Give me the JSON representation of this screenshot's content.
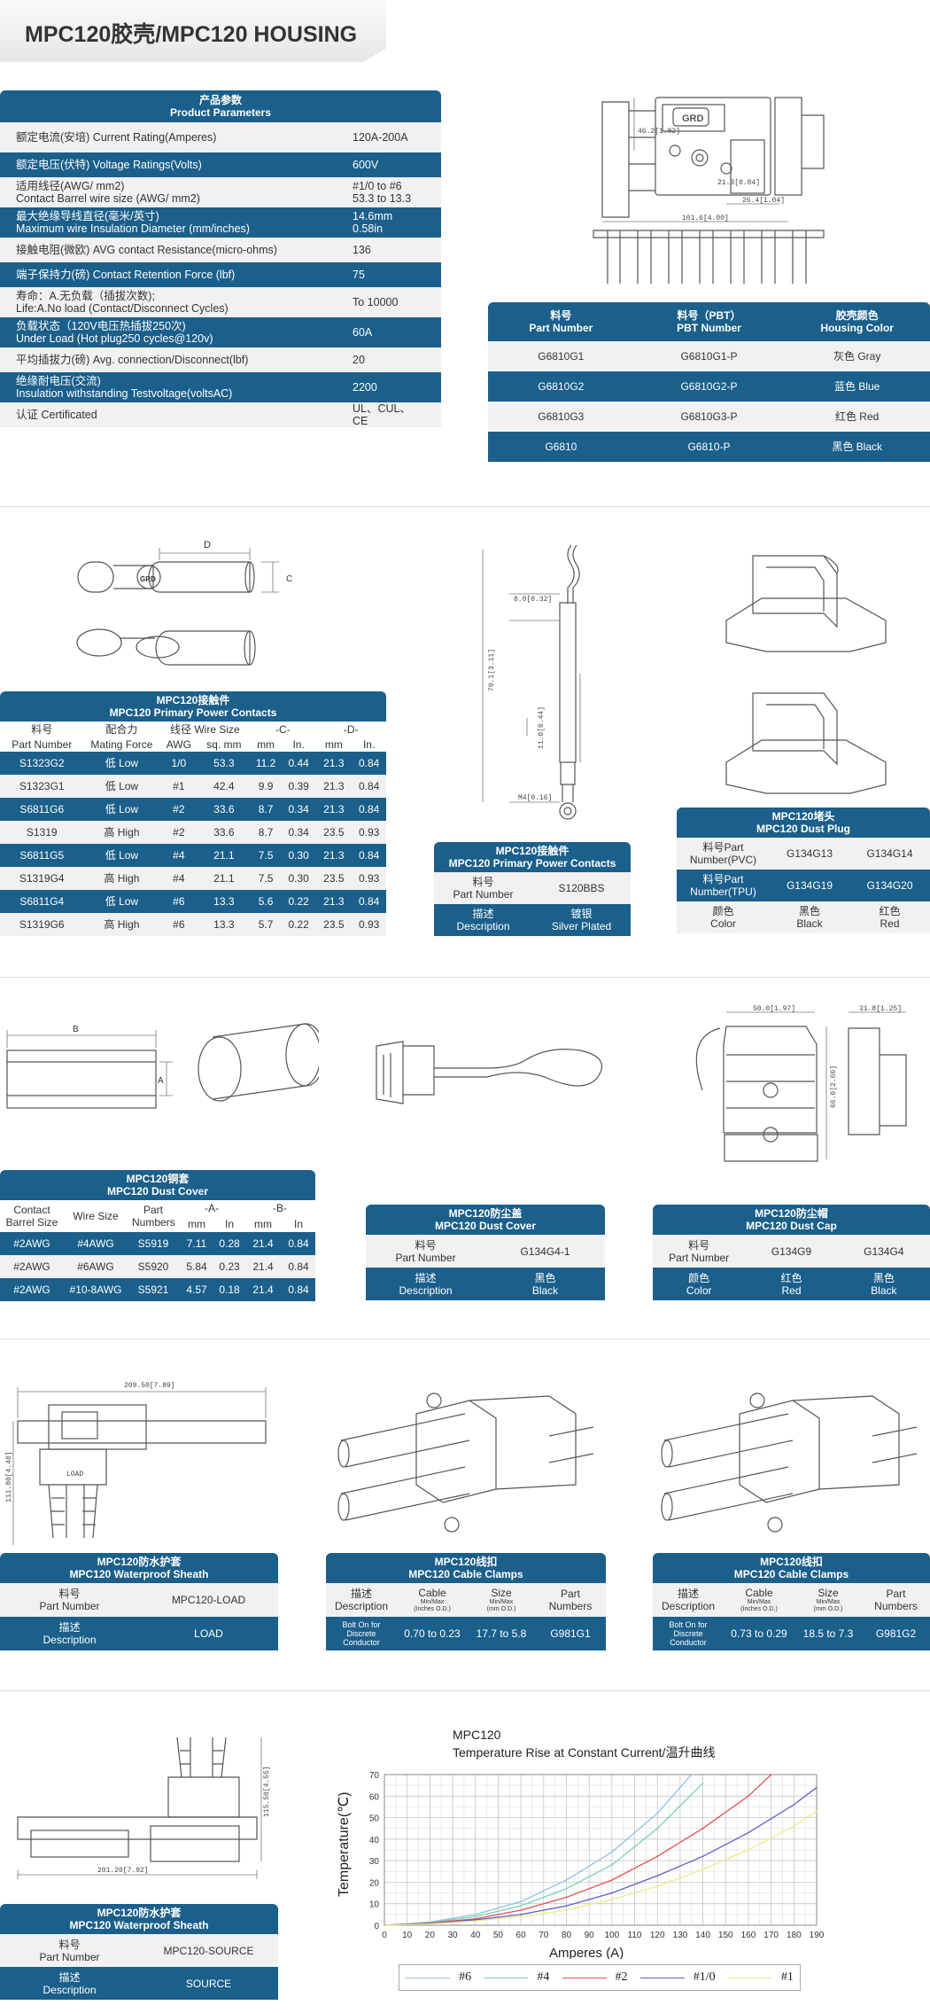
{
  "header": {
    "title": "MPC120胶壳/MPC120 HOUSING"
  },
  "params": {
    "title_cn": "产品参数",
    "title_en": "Product Parameters",
    "rows": [
      {
        "label": "额定电流(安培) Current Rating(Amperes)",
        "value": "120A-200A"
      },
      {
        "label": "额定电压(伏特) Voltage Ratings(Volts)",
        "value": "600V"
      },
      {
        "label": "适用线径(AWG/ mm2)\nContact Barrel wire size (AWG/ mm2)",
        "value": "#1/0 to #6\n53.3 to 13.3"
      },
      {
        "label": "最大绝缘导线直径(毫米/英寸)\nMaximum wire Insulation Diameter (mm/inches)",
        "value": "14.6mm\n0.58in"
      },
      {
        "label": "接触电阻(微欧) AVG contact Resistance(micro-ohms)",
        "value": "136"
      },
      {
        "label": "端子保持力(磅) Contact Retention Force (lbf)",
        "value": "75"
      },
      {
        "label": "寿命：A.无负载（插拔次数);\nLife:A.No load (Contact/Disconnect Cycles)",
        "value": "To 10000"
      },
      {
        "label": "负载状态（120V电压热插拔250次)\nUnder Load (Hot plug250 cycles@120v)",
        "value": "60A"
      },
      {
        "label": "平均插拔力(磅) Avg. connection/Disconnect(lbf)",
        "value": "20"
      },
      {
        "label": "绝缘耐电压(交流)\nInsulation withstanding Testvoltage(voltsAC)",
        "value": "2200"
      },
      {
        "label": "认证 Certificated",
        "value": "UL、CUL、CE"
      }
    ]
  },
  "housing": {
    "headers": [
      "料号\nPart Number",
      "料号（PBT）\nPBT Number",
      "胶壳颜色\nHousing Color"
    ],
    "rows": [
      [
        "G6810G1",
        "G6810G1-P",
        "灰色 Gray"
      ],
      [
        "G6810G2",
        "G6810G2-P",
        "蓝色 Blue"
      ],
      [
        "G6810G3",
        "G6810G3-P",
        "红色 Red"
      ],
      [
        "G6810",
        "G6810-P",
        "黑色 Black"
      ]
    ]
  },
  "contacts": {
    "title_cn": "MPC120接触件",
    "title_en": "MPC120 Primary Power Contacts",
    "head1": [
      "料号",
      "配合力",
      "线径 Wire Size",
      "-C-",
      "-D-"
    ],
    "head2": [
      "Part Number",
      "Mating Force",
      "AWG",
      "sq. mm",
      "mm",
      "In.",
      "mm",
      "In."
    ],
    "rows": [
      [
        "S1323G2",
        "低 Low",
        "1/0",
        "53.3",
        "11.2",
        "0.44",
        "21.3",
        "0.84"
      ],
      [
        "S1323G1",
        "低 Low",
        "#1",
        "42.4",
        "9.9",
        "0.39",
        "21.3",
        "0.84"
      ],
      [
        "S6811G6",
        "低 Low",
        "#2",
        "33.6",
        "8.7",
        "0.34",
        "21.3",
        "0.84"
      ],
      [
        "S1319",
        "高 High",
        "#2",
        "33.6",
        "8.7",
        "0.34",
        "23.5",
        "0.93"
      ],
      [
        "S6811G5",
        "低 Low",
        "#4",
        "21.1",
        "7.5",
        "0.30",
        "21.3",
        "0.84"
      ],
      [
        "S1319G4",
        "高 High",
        "#4",
        "21.1",
        "7.5",
        "0.30",
        "23.5",
        "0.93"
      ],
      [
        "S6811G4",
        "低 Low",
        "#6",
        "13.3",
        "5.6",
        "0.22",
        "21.3",
        "0.84"
      ],
      [
        "S1319G6",
        "高 High",
        "#6",
        "13.3",
        "5.7",
        "0.22",
        "23.5",
        "0.93"
      ]
    ]
  },
  "contacts2": {
    "title_cn": "MPC120接触件",
    "title_en": "MPC120 Primary Power Contacts",
    "rows": [
      [
        "料号\nPart Number",
        "S120BBS"
      ],
      [
        "描述\nDescription",
        "镀银\nSilver Plated"
      ]
    ]
  },
  "dustplug": {
    "title_cn": "MPC120堵头",
    "title_en": "MPC120 Dust Plug",
    "rows": [
      [
        "料号Part\nNumber(PVC)",
        "G134G13",
        "G134G14"
      ],
      [
        "料号Part\nNumber(TPU)",
        "G134G19",
        "G134G20"
      ],
      [
        "颜色\nColor",
        "黑色\nBlack",
        "红色\nRed"
      ]
    ]
  },
  "sleeve": {
    "title_cn": "MPC120铜套",
    "title_en": "MPC120 Dust Cover",
    "head1": [
      "Contact\nBarrel Size",
      "Wire Size",
      "Part\nNumbers",
      "-A-",
      "-B-"
    ],
    "head2": [
      "mm",
      "In",
      "mm",
      "In"
    ],
    "rows": [
      [
        "#2AWG",
        "#4AWG",
        "S5919",
        "7.11",
        "0.28",
        "21.4",
        "0.84"
      ],
      [
        "#2AWG",
        "#6AWG",
        "S5920",
        "5.84",
        "0.23",
        "21.4",
        "0.84"
      ],
      [
        "#2AWG",
        "#10-8AWG",
        "S5921",
        "4.57",
        "0.18",
        "21.4",
        "0.84"
      ]
    ]
  },
  "dustcover": {
    "title_cn": "MPC120防尘盖",
    "title_en": "MPC120 Dust Cover",
    "rows": [
      [
        "料号\nPart Number",
        "G134G4-1"
      ],
      [
        "描述\nDescription",
        "黑色\nBlack"
      ]
    ]
  },
  "dustcap": {
    "title_cn": "MPC120防尘帽",
    "title_en": "MPC120 Dust Cap",
    "rows": [
      [
        "料号\nPart Number",
        "G134G9",
        "G134G4"
      ],
      [
        "颜色\nColor",
        "红色\nRed",
        "黑色\nBlack"
      ]
    ]
  },
  "sheath_load": {
    "title_cn": "MPC120防水护套",
    "title_en": "MPC120 Waterproof Sheath",
    "rows": [
      [
        "料号\nPart Number",
        "MPC120-LOAD"
      ],
      [
        "描述\nDescription",
        "LOAD"
      ]
    ]
  },
  "clamp1": {
    "title_cn": "MPC120线扣",
    "title_en": "MPC120 Cable Clamps",
    "head": [
      "描述\nDescription",
      "Cable",
      "(Inches O.D.)",
      "Size",
      "(mm O.D.)",
      "Part\nNumbers"
    ],
    "minmax": "Min/Max",
    "row": [
      "Bolt On for\nDiscrete\nConductor",
      "0.70 to 0.23",
      "17.7 to 5.8",
      "G981G1"
    ]
  },
  "clamp2": {
    "title_cn": "MPC120线扣",
    "title_en": "MPC120 Cable Clamps",
    "head": [
      "描述\nDescription",
      "Cable",
      "(Inches O.D.)",
      "Size",
      "(mm O.D.)",
      "Part\nNumbers"
    ],
    "minmax": "Min/Max",
    "row": [
      "Bolt On for\nDiscrete\nConductor",
      "0.73 to 0.29",
      "18.5 to 7.3",
      "G981G2"
    ]
  },
  "sheath_source": {
    "title_cn": "MPC120防水护套",
    "title_en": "MPC120 Waterproof Sheath",
    "rows": [
      [
        "料号\nPart Number",
        "MPC120-SOURCE"
      ],
      [
        "描述\nDescription",
        "SOURCE"
      ]
    ]
  },
  "drawings": {
    "housing_dims": [
      "101.6[4.00]",
      "26.4[1.04]",
      "46.2[1.82]",
      "21.3[0.84]"
    ],
    "contact_dims": [
      "D",
      "C"
    ],
    "contact2_dims": [
      "8.0[0.32]",
      "11.0[0.44]",
      "79.1[3.11]",
      "M4[0.16]"
    ],
    "sleeve_dims": [
      "B",
      "A"
    ],
    "cap_dims": [
      "50.0[1.97]",
      "31.8[1.25]",
      "66.0[2.60]"
    ],
    "load_dims": [
      "209.50[7.89]",
      "111.80[4.40]"
    ],
    "source_dims": [
      "201.20[7.92]",
      "115.50[4.55]"
    ],
    "load_label": "LOAD",
    "logo_text": "GRD"
  },
  "chart_data": {
    "type": "line",
    "title": "MPC120",
    "subtitle": "Temperature Rise at Constant Current/温升曲线",
    "xlabel": "Amperes (A)",
    "ylabel": "Temperature(℃)",
    "xlim": [
      0,
      190
    ],
    "ylim": [
      0,
      70
    ],
    "xticks": [
      0,
      10,
      20,
      30,
      40,
      50,
      60,
      70,
      80,
      90,
      100,
      110,
      120,
      130,
      140,
      150,
      160,
      170,
      180,
      190
    ],
    "yticks": [
      0,
      10,
      20,
      30,
      40,
      50,
      60,
      70
    ],
    "grid": true,
    "legend": "bottom",
    "series": [
      {
        "name": "#6",
        "color": "#8fc0e6",
        "x": [
          0,
          20,
          40,
          60,
          80,
          100,
          120,
          135
        ],
        "values": [
          0,
          1.5,
          5,
          11,
          21,
          34,
          52,
          70
        ]
      },
      {
        "name": "#4",
        "color": "#7ad0b6",
        "x": [
          0,
          20,
          40,
          60,
          80,
          100,
          120,
          140
        ],
        "values": [
          0,
          1.2,
          4,
          9,
          17,
          28,
          45,
          66
        ]
      },
      {
        "name": "#2",
        "color": "#e35050",
        "x": [
          0,
          20,
          40,
          60,
          80,
          100,
          120,
          140,
          160,
          170
        ],
        "values": [
          0,
          1,
          3,
          7,
          13,
          21,
          32,
          45,
          60,
          70
        ]
      },
      {
        "name": "#1/0",
        "color": "#5f5fc8",
        "x": [
          0,
          20,
          40,
          60,
          80,
          100,
          120,
          140,
          160,
          180,
          190
        ],
        "values": [
          0,
          0.8,
          2.5,
          5,
          9,
          15,
          23,
          32,
          43,
          56,
          64
        ]
      },
      {
        "name": "#1",
        "color": "#ecec84",
        "x": [
          0,
          20,
          40,
          60,
          80,
          100,
          120,
          140,
          160,
          180,
          190
        ],
        "values": [
          0,
          0.6,
          2,
          4,
          7,
          12,
          18,
          26,
          35,
          46,
          53
        ]
      }
    ]
  }
}
